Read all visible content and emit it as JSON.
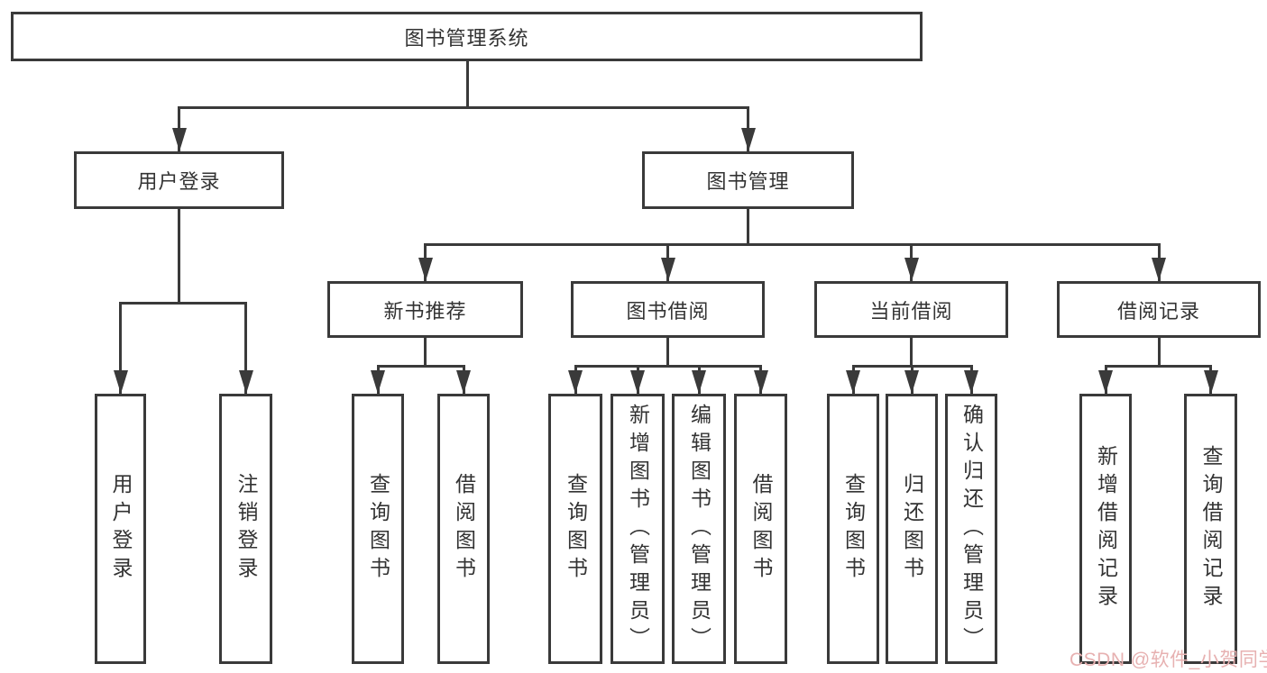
{
  "tree": {
    "root": {
      "label": "图书管理系统",
      "children": [
        {
          "label": "用户登录",
          "children": [
            {
              "label": "用户登录"
            },
            {
              "label": "注销登录"
            }
          ]
        },
        {
          "label": "图书管理",
          "children": [
            {
              "label": "新书推荐",
              "children": [
                {
                  "label": "查询图书"
                },
                {
                  "label": "借阅图书"
                }
              ]
            },
            {
              "label": "图书借阅",
              "children": [
                {
                  "label": "查询图书"
                },
                {
                  "label": "新增图书（管理员）"
                },
                {
                  "label": "编辑图书（管理员）"
                },
                {
                  "label": "借阅图书"
                }
              ]
            },
            {
              "label": "当前借阅",
              "children": [
                {
                  "label": "查询图书"
                },
                {
                  "label": "归还图书"
                },
                {
                  "label": "确认归还（管理员）"
                }
              ]
            },
            {
              "label": "借阅记录",
              "children": [
                {
                  "label": "新增借阅记录"
                },
                {
                  "label": "查询借阅记录"
                }
              ]
            }
          ]
        }
      ]
    }
  },
  "watermark": {
    "text": "CSDN @软件_小贺同学",
    "color": "#e7b1b1"
  },
  "colors": {
    "line": "#3a3a3a",
    "box_border": "#3a3a3a",
    "text": "#333333",
    "background": "#ffffff"
  }
}
